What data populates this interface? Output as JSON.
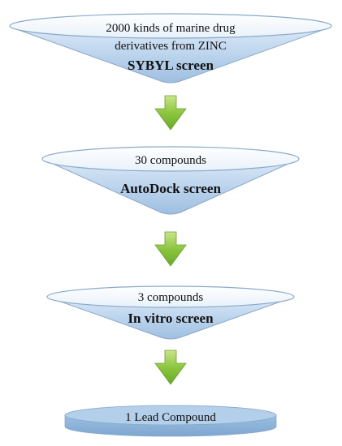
{
  "funnel": {
    "stage1": {
      "line1": "2000 kinds of marine drug",
      "line2": "derivatives from ZINC",
      "method": "SYBYL screen"
    },
    "stage2": {
      "count": "30 compounds",
      "method": "AutoDock screen"
    },
    "stage3": {
      "count": "3 compounds",
      "method": "In vitro screen"
    },
    "result": {
      "label": "1 Lead Compound"
    }
  },
  "colors": {
    "funnel_fill": "#bfd7ee",
    "funnel_edge": "#8aa9c8",
    "arrow": "#8cc63f",
    "disc": "#a9c8e8"
  }
}
